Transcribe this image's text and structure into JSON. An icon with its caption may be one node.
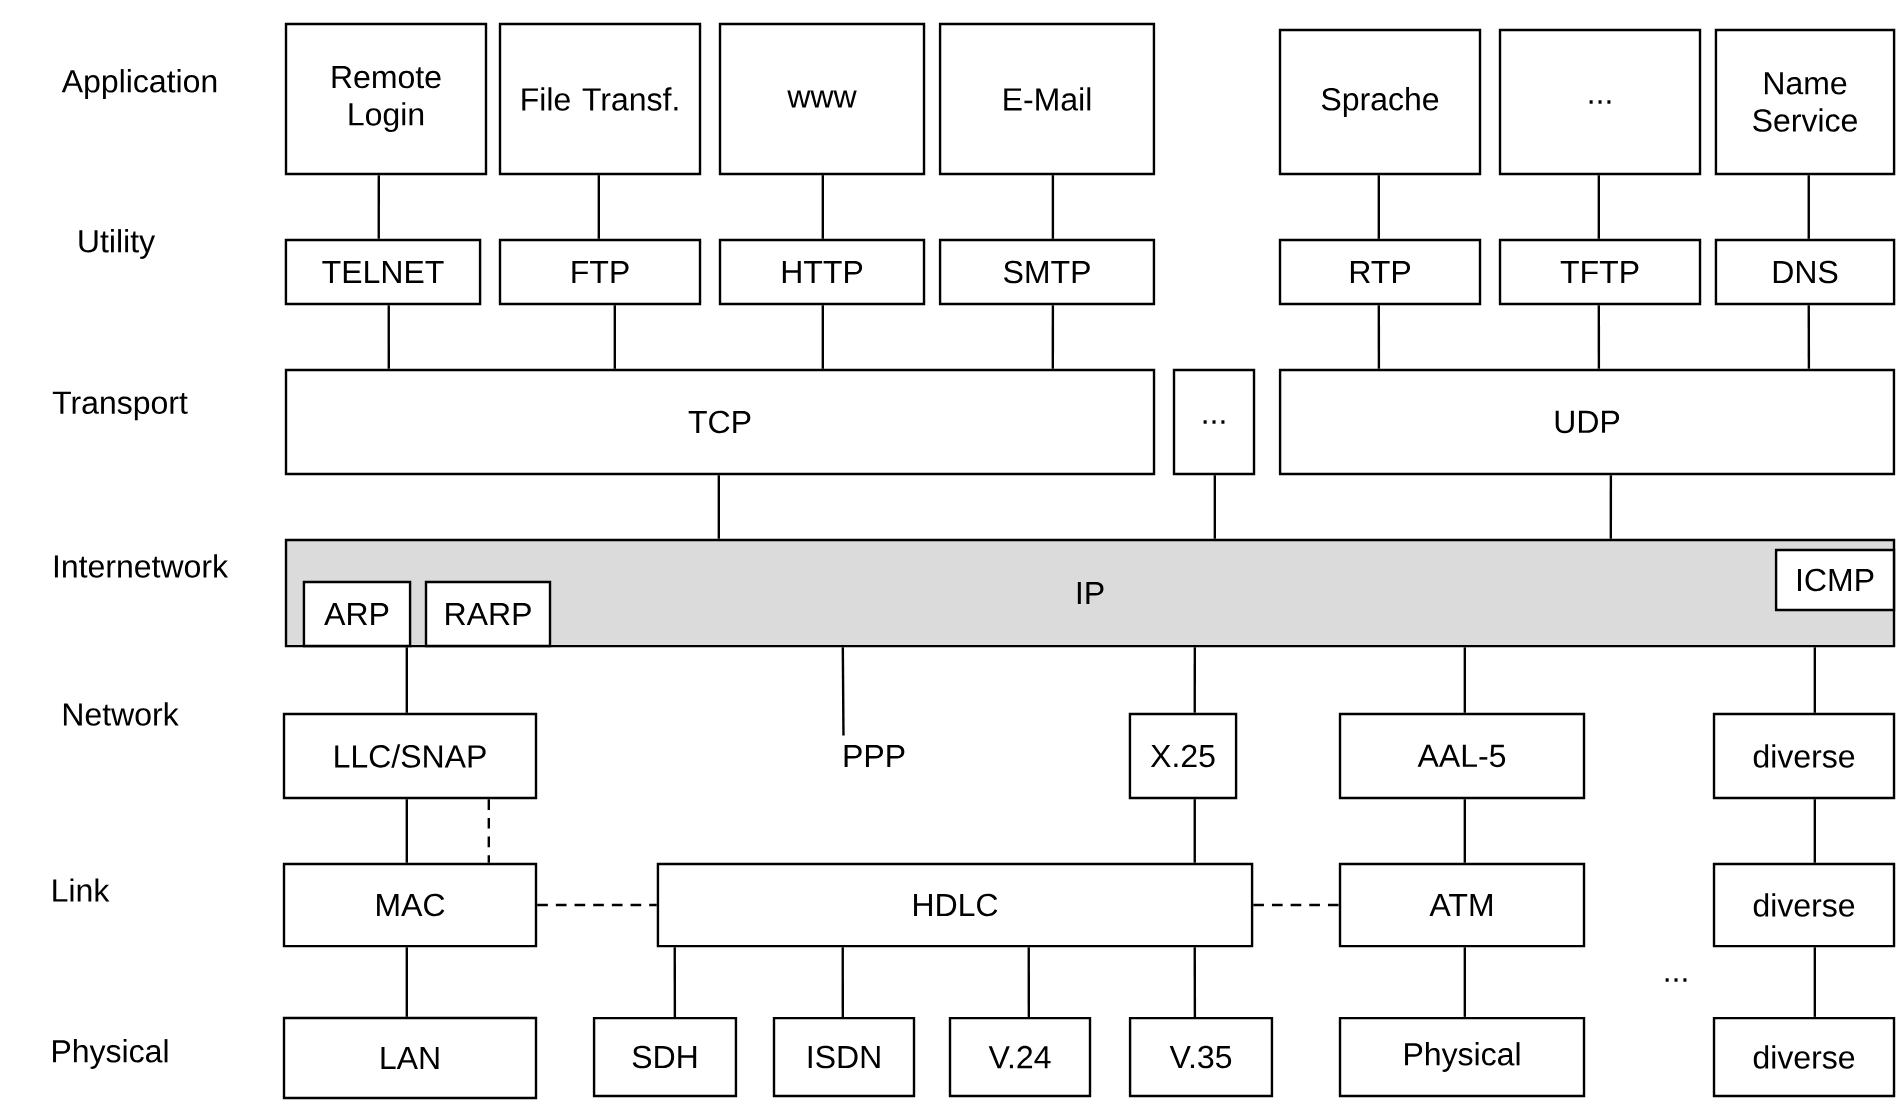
{
  "diagram": {
    "nodes": [
      {
        "text": [
          "Remote Login"
        ]
      },
      {
        "text": [
          "File Transf."
        ]
      },
      {
        "text": [
          "www"
        ]
      },
      {
        "text": [
          "E-Mail"
        ]
      },
      {
        "text": [
          "Sprache"
        ]
      },
      {
        "text": [
          "..."
        ]
      },
      {
        "text": [
          "Name Service"
        ]
      },
      {
        "text": [
          "TELNET"
        ]
      },
      {
        "text": [
          "FTP"
        ]
      },
      {
        "text": [
          "HTTP"
        ]
      },
      {
        "text": [
          "SMTP"
        ]
      },
      {
        "text": [
          "RTP"
        ]
      },
      {
        "text": [
          "TFTP"
        ]
      },
      {
        "text": [
          "DNS"
        ]
      },
      {
        "text": [
          "TCP"
        ]
      },
      {
        "text": [
          "..."
        ]
      },
      {
        "text": [
          "UDP"
        ]
      },
      {
        "text": [
          "IP"
        ]
      },
      {
        "text": [
          "ARP"
        ],
        "in": 17
      },
      {
        "text": [
          "RARP"
        ],
        "in": 17
      },
      {
        "text": [
          "ICMP"
        ],
        "in": 17
      },
      {
        "text": [
          "LLC/SNAP"
        ]
      },
      {
        "text": [
          "PPP"
        ]
      },
      {
        "text": [
          "X.25"
        ]
      },
      {
        "text": [
          "AAL-5"
        ]
      },
      {
        "text": [
          "diverse"
        ]
      },
      {
        "text": [
          "MAC"
        ]
      },
      {
        "text": [
          "HDLC"
        ]
      },
      {
        "text": [
          "ATM"
        ]
      },
      {
        "text": [
          "diverse"
        ]
      },
      {
        "text": [
          "LAN"
        ]
      },
      {
        "text": [
          "SDH"
        ]
      },
      {
        "text": [
          "ISDN"
        ]
      },
      {
        "text": [
          "V.24"
        ]
      },
      {
        "text": [
          "V.35"
        ]
      },
      {
        "text": [
          "Physical"
        ]
      },
      {
        "text": [
          "diverse"
        ]
      }
    ],
    "edges": [
      {
        "from": 0,
        "to": 7,
        "arrow": "none"
      },
      {
        "from": 1,
        "to": 8,
        "arrow": "none"
      },
      {
        "from": 2,
        "to": 9,
        "arrow": "none"
      },
      {
        "from": 3,
        "to": 10,
        "arrow": "none"
      },
      {
        "from": 4,
        "to": 11,
        "arrow": "none"
      },
      {
        "from": 5,
        "to": 12,
        "arrow": "none"
      },
      {
        "from": 6,
        "to": 13,
        "arrow": "none"
      },
      {
        "from": 7,
        "to": 14,
        "arrow": "none"
      },
      {
        "from": 8,
        "to": 14,
        "arrow": "none"
      },
      {
        "from": 9,
        "to": 14,
        "arrow": "none"
      },
      {
        "from": 10,
        "to": 14,
        "arrow": "none"
      },
      {
        "from": 11,
        "to": 16,
        "arrow": "none"
      },
      {
        "from": 12,
        "to": 16,
        "arrow": "none"
      },
      {
        "from": 13,
        "to": 16,
        "arrow": "none"
      },
      {
        "from": 14,
        "to": 17,
        "arrow": "none"
      },
      {
        "from": 15,
        "to": 17,
        "arrow": "none"
      },
      {
        "from": 16,
        "to": 17,
        "arrow": "none"
      },
      {
        "from": 17,
        "to": 21,
        "arrow": "none"
      },
      {
        "from": 17,
        "to": 22,
        "arrow": "none"
      },
      {
        "from": 17,
        "to": 23,
        "arrow": "none"
      },
      {
        "from": 17,
        "to": 24,
        "arrow": "none"
      },
      {
        "from": 17,
        "to": 25,
        "arrow": "none"
      },
      {
        "from": 21,
        "to": 26,
        "arrow": "none"
      },
      {
        "from": 21,
        "to": 26,
        "arrow": "none",
        "style": "dashed"
      },
      {
        "from": 23,
        "to": 27,
        "arrow": "none"
      },
      {
        "from": 24,
        "to": 28,
        "arrow": "none"
      },
      {
        "from": 25,
        "to": 29,
        "arrow": "none"
      },
      {
        "from": 26,
        "to": 27,
        "arrow": "none",
        "style": "dashed"
      },
      {
        "from": 27,
        "to": 28,
        "arrow": "none",
        "style": "dashed"
      },
      {
        "from": 26,
        "to": 30,
        "arrow": "none"
      },
      {
        "from": 27,
        "to": 31,
        "arrow": "none"
      },
      {
        "from": 27,
        "to": 32,
        "arrow": "none"
      },
      {
        "from": 27,
        "to": 33,
        "arrow": "none"
      },
      {
        "from": 27,
        "to": 34,
        "arrow": "none"
      },
      {
        "from": 28,
        "to": 35,
        "arrow": "none"
      },
      {
        "from": 29,
        "to": 36,
        "arrow": "none"
      }
    ],
    "labels": [
      "Application",
      "Utility",
      "Transport",
      "Internetwork",
      "Network",
      "Link",
      "Physical",
      "..."
    ]
  }
}
